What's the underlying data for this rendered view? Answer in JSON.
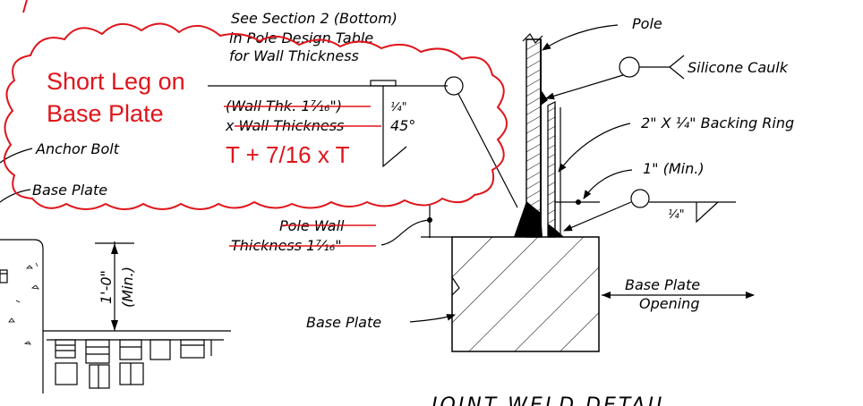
{
  "labels": {
    "pole": "Pole",
    "silicone_caulk": "Silicone Caulk",
    "backing_ring": "2\" X ¼\" Backing Ring",
    "min_one_inch": "1\" (Min.)",
    "quarter_inch": "¼\"",
    "base_plate_opening_1": "Base Plate",
    "base_plate_opening_2": "Opening",
    "base_plate": "Base Plate",
    "base_plate_left": "Base Plate",
    "anchor_bolt": "Anchor Bolt",
    "one_foot_min_a": "1'-0\"",
    "one_foot_min_b": "(Min.)",
    "see_section_1": "See Section 2 (Bottom)",
    "see_section_2": "in Pole Design Table",
    "see_section_3": "for Wall Thickness",
    "weld_size": "¼\"",
    "weld_angle": "45°",
    "struck_wall_thk_1": "(Wall Thk. 1⁷⁄₁₆\")",
    "struck_wall_thk_2": "x Wall Thickness",
    "struck_pole_wall_1": "Pole Wall",
    "struck_pole_wall_2": "Thickness 1⁷⁄₁₆\"",
    "detail_title": "JOINT WELD DETAIL"
  },
  "markup": {
    "short_leg_1": "Short Leg on",
    "short_leg_2": "Base Plate",
    "equation": "T + 7/16 x T",
    "color": "#e0141b"
  }
}
